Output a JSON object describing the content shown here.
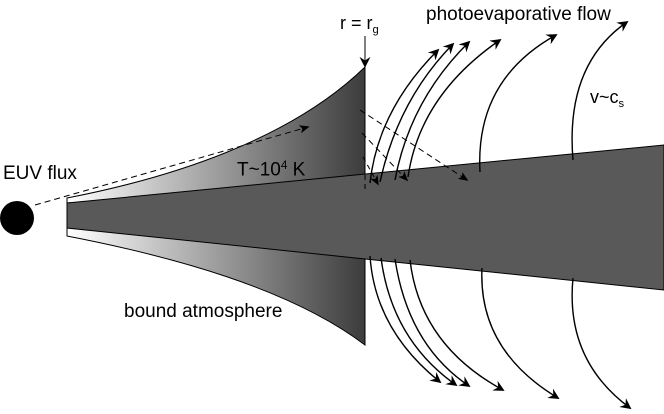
{
  "labels": {
    "euv_flux": "EUV flux",
    "temperature": {
      "prefix": "T~10",
      "exponent": "4",
      "suffix": " K"
    },
    "radius": {
      "prefix": "r = r",
      "subscript": "g"
    },
    "flow": "photoevaporative flow",
    "velocity": {
      "prefix": "v~c",
      "subscript": "s"
    },
    "atmosphere": "bound atmosphere"
  },
  "colors": {
    "disk": "#595959",
    "atmosphere_light": "#ffffff",
    "atmosphere_dark": "#3c3c3c",
    "star": "#000000",
    "stroke": "#000000"
  }
}
